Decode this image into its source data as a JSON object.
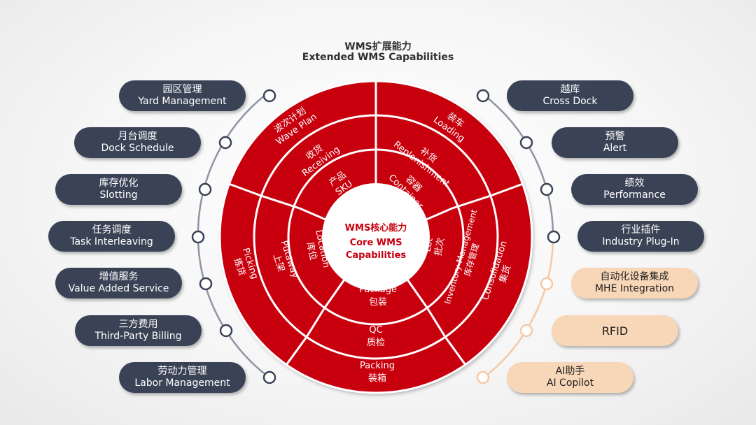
{
  "header": {
    "title_zh": "WMS扩展能力",
    "title_en": "Extended WMS Capabilities"
  },
  "center": {
    "zh": "WMS核心能力",
    "en_line1": "Core WMS",
    "en_line2": "Capabilities"
  },
  "core_modules": {
    "sku": {
      "zh": "产品",
      "en": "SKU"
    },
    "container": {
      "zh": "容器",
      "en": "Container"
    },
    "lot": {
      "zh": "批次",
      "en": "Lot"
    },
    "package": {
      "en": "Package",
      "zh": "包装"
    },
    "location": {
      "en": "Location",
      "zh": "库位"
    },
    "receiving": {
      "zh": "收货",
      "en": "Receiving"
    },
    "replenishment": {
      "zh": "补货",
      "en": "Replenishment"
    },
    "inventory": {
      "en": "Inventory Management",
      "zh": "库存管理"
    },
    "qc": {
      "en": "QC",
      "zh": "质检"
    },
    "putaway": {
      "en": "Putaway",
      "zh": "上架"
    },
    "wave": {
      "zh": "波次计划",
      "en": "Wave Plan"
    },
    "loading": {
      "zh": "装车",
      "en": "Loading"
    },
    "consolidation": {
      "en": "Consolidation",
      "zh": "集货"
    },
    "packing": {
      "en": "Packing",
      "zh": "装箱"
    },
    "picking": {
      "en": "Picking",
      "zh": "拣货"
    }
  },
  "left_capabilities": [
    {
      "zh": "园区管理",
      "en": "Yard Management"
    },
    {
      "zh": "月台调度",
      "en": "Dock Schedule"
    },
    {
      "zh": "库存优化",
      "en": "Slotting"
    },
    {
      "zh": "任务调度",
      "en": "Task Interleaving"
    },
    {
      "zh": "增值服务",
      "en": "Value Added Service"
    },
    {
      "zh": "三方费用",
      "en": "Third-Party Billing"
    },
    {
      "zh": "劳动力管理",
      "en": "Labor Management"
    }
  ],
  "right_capabilities": [
    {
      "zh": "越库",
      "en": "Cross Dock",
      "style": "dark"
    },
    {
      "zh": "预警",
      "en": "Alert",
      "style": "dark"
    },
    {
      "zh": "绩效",
      "en": "Performance",
      "style": "dark"
    },
    {
      "zh": "行业插件",
      "en": "Industry Plug-In",
      "style": "dark"
    },
    {
      "zh": "自动化设备集成",
      "en": "MHE Integration",
      "style": "light"
    },
    {
      "label": "RFID",
      "style": "light"
    },
    {
      "zh": "AI助手",
      "en": "AI Copilot",
      "style": "light"
    }
  ],
  "colors": {
    "core_red": "#c8000f",
    "center_white": "#ffffff",
    "pill_dark": "#3a4356",
    "pill_light": "#f8d6b8",
    "ring_gray": "#8f95a3",
    "ring_peach": "#f5c9a6"
  }
}
